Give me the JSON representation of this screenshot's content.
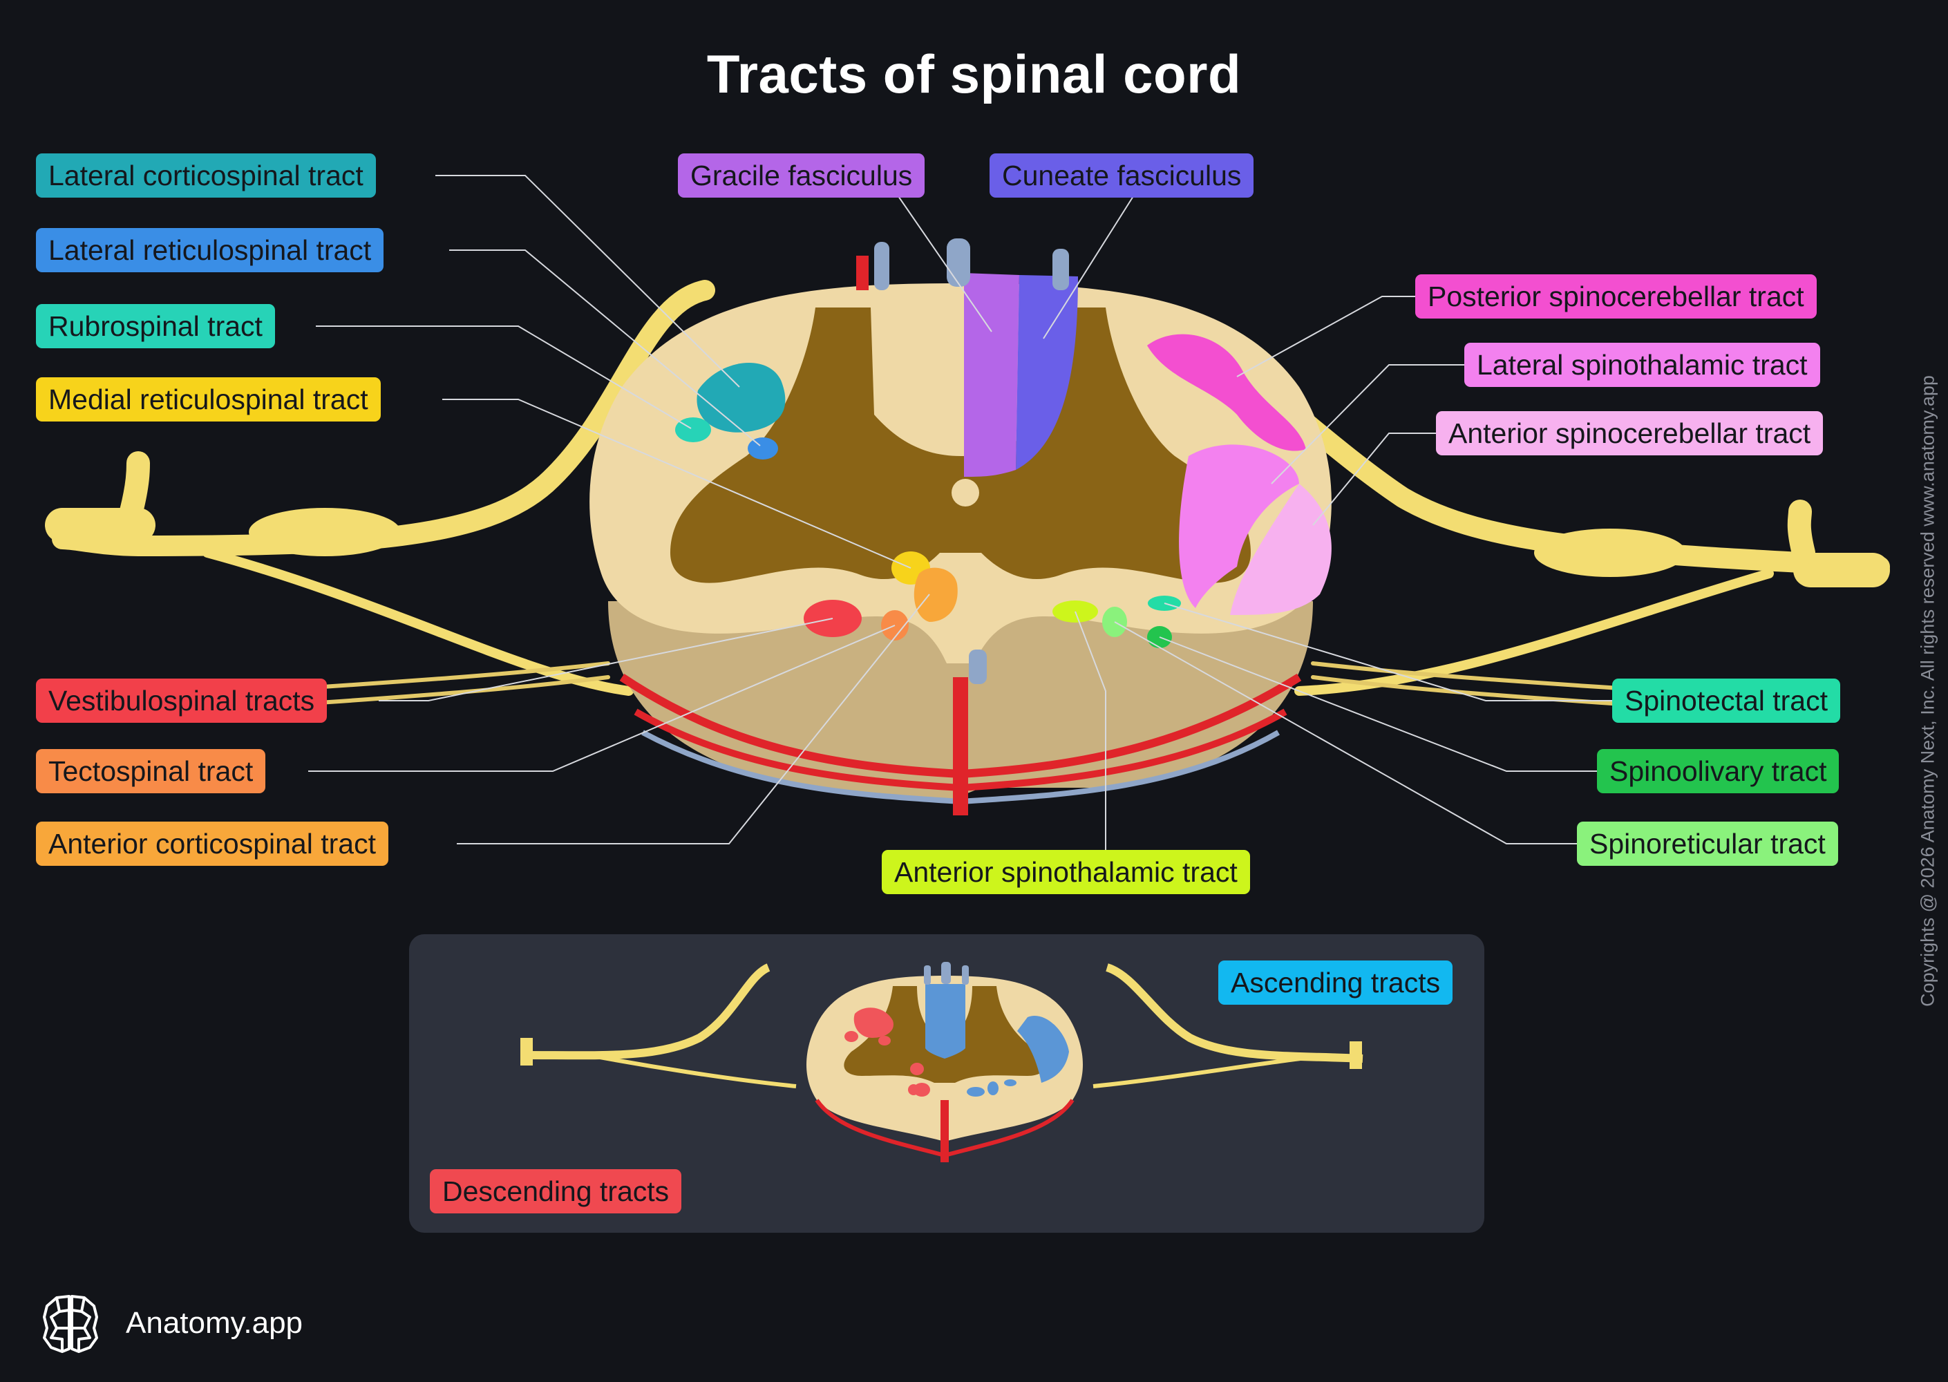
{
  "title": "Tracts of spinal cord",
  "labels": {
    "lateral_corticospinal": "Lateral corticospinal tract",
    "lateral_reticulospinal": "Lateral reticulospinal tract",
    "rubrospinal": "Rubrospinal tract",
    "medial_reticulospinal": "Medial reticulospinal tract",
    "gracile": "Gracile fasciculus",
    "cuneate": "Cuneate fasciculus",
    "posterior_spinocerebellar": "Posterior spinocerebellar tract",
    "lateral_spinothalamic": "Lateral spinothalamic tract",
    "anterior_spinocerebellar": "Anterior spinocerebellar tract",
    "vestibulospinal": "Vestibulospinal tracts",
    "tectospinal": "Tectospinal tract",
    "anterior_corticospinal": "Anterior corticospinal tract",
    "anterior_spinothalamic": "Anterior spinothalamic tract",
    "spinotectal": "Spinotectal tract",
    "spinoolivary": "Spinoolivary tract",
    "spinoreticular": "Spinoreticular tract"
  },
  "legend": {
    "ascending": "Ascending tracts",
    "descending": "Descending tracts"
  },
  "copyright": "Copyrights @ 2026 Anatomy Next, Inc. All rights reserved www.anatomy.app",
  "brand": "Anatomy.app",
  "colors": {
    "background": "#121419",
    "white_matter": "#efd9a6",
    "gray_matter": "#8a6416",
    "nerve": "#f3dd72",
    "artery": "#e0242a",
    "vein": "#8fa6c8",
    "lateral_corticospinal": "#22a9b5",
    "lateral_reticulospinal": "#3a8ee6",
    "rubrospinal": "#27d3b7",
    "medial_reticulospinal": "#f7d31b",
    "gracile": "#b466e8",
    "cuneate": "#6a5fe8",
    "posterior_spinocerebellar": "#f34fd0",
    "lateral_spinothalamic": "#f381ef",
    "anterior_spinocerebellar": "#f7b1ef",
    "vestibulospinal": "#f2404a",
    "tectospinal": "#f88b48",
    "anterior_corticospinal": "#f8a73a",
    "anterior_spinothalamic": "#cdf51c",
    "spinotectal": "#23dca6",
    "spinoolivary": "#23c44e",
    "spinoreticular": "#8af27c",
    "ascending_badge": "#12b8f0",
    "descending_badge": "#f04950"
  }
}
